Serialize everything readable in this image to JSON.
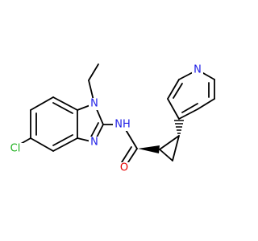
{
  "molecule": {
    "colors": {
      "bond": "#000000",
      "nitrogen": "#1f1fe6",
      "oxygen": "#e60000",
      "chlorine": "#1fb01f"
    },
    "atoms": {
      "ring_n1": "N",
      "ring_n3": "N",
      "amide_nh": "NH",
      "carbonyl_o": "O",
      "chloro": "Cl",
      "pyridine_n": "N"
    }
  }
}
